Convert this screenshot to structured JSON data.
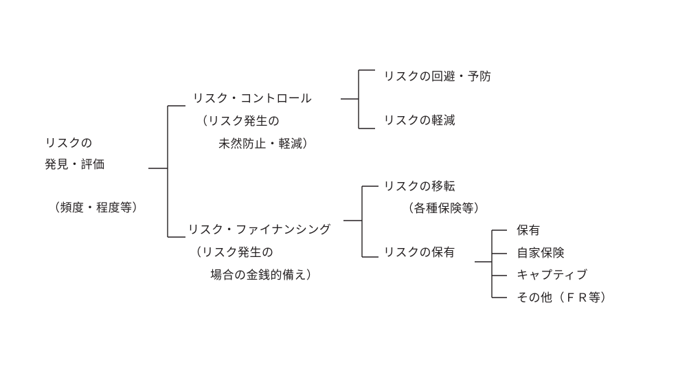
{
  "root": {
    "line1": "リスクの",
    "line2": "発見・評価",
    "line3": "（頻度・程度等）"
  },
  "control": {
    "line1": "リスク・コントロール",
    "line2": "（リスク発生の",
    "line3": "未然防止・軽減）",
    "children": [
      "リスクの回避・予防",
      "リスクの軽減"
    ]
  },
  "financing": {
    "line1": "リスク・ファイナンシング",
    "line2": "（リスク発生の",
    "line3": "場合の金銭的備え）",
    "transfer": {
      "line1": "リスクの移転",
      "line2": "（各種保険等）"
    },
    "retention": {
      "label": "リスクの保有",
      "children": [
        "保有",
        "自家保険",
        "キャプティブ",
        "その他（ＦＲ等）"
      ]
    }
  }
}
